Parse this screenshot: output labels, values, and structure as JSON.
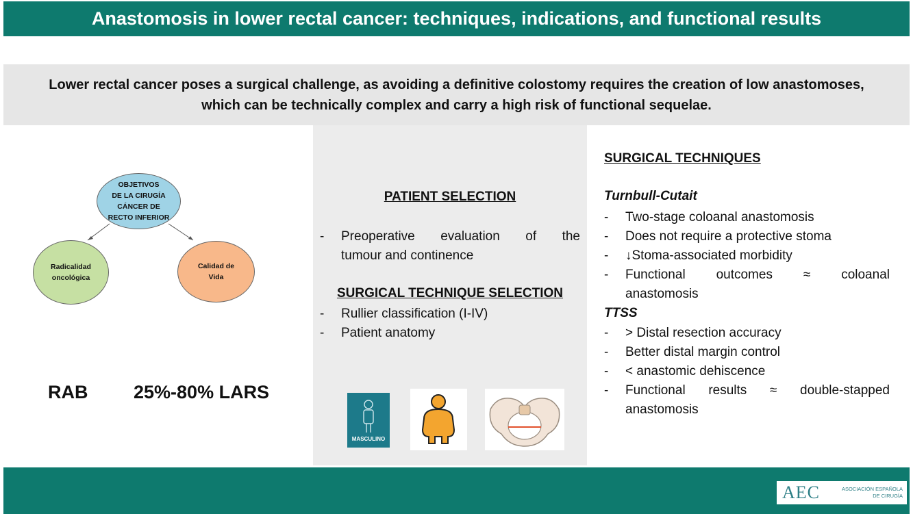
{
  "header": {
    "title": "Anastomosis in lower rectal cancer: techniques, indications, and functional results"
  },
  "intro": {
    "line1": "Lower rectal cancer poses a surgical challenge, as avoiding a definitive colostomy requires the creation of low anastomoses,",
    "line2": "which can be technically complex and carry a high risk of functional sequelae."
  },
  "left": {
    "goal_node": {
      "l1": "OBJETIVOS",
      "l2": "DE LA CIRUGÍA",
      "l3": "CÁNCER DE",
      "l4": "RECTO INFERIOR"
    },
    "radical_node": {
      "l1": "Radicalidad",
      "l2": "oncológica"
    },
    "quality_node": {
      "l1": "Calidad de",
      "l2": "Vida"
    },
    "stat_rab": "RAB",
    "stat_lars": "25%-80% LARS"
  },
  "middle": {
    "patient_heading": "PATIENT SELECTION",
    "patient_items": [
      {
        "dash": "-",
        "w1": "Preoperative",
        "w2": "evaluation",
        "w3": "of",
        "w4": "the",
        "line2": "tumour and continence"
      }
    ],
    "technique_heading": "SURGICAL TECHNIQUE SELECTION",
    "technique_items": [
      {
        "dash": "-",
        "text": "Rullier classification (I-IV)"
      },
      {
        "dash": "-",
        "text": "Patient anatomy"
      }
    ],
    "masculino_label": "MASCULINO"
  },
  "right": {
    "heading": "SURGICAL TECHNIQUES",
    "tc_title": "Turnbull-Cutait",
    "tc_items": [
      {
        "dash": "-",
        "text": "Two-stage coloanal anastomosis"
      },
      {
        "dash": "-",
        "text": "Does not require a protective stoma"
      },
      {
        "dash": "-",
        "text": "↓Stoma-associated morbidity"
      }
    ],
    "tc_last": {
      "dash": "-",
      "w1": "Functional",
      "w2": "outcomes",
      "w3": "≈",
      "w4": "coloanal",
      "line2": "anastomosis"
    },
    "ttss_title": "TTSS",
    "ttss_items": [
      {
        "dash": "-",
        "text": "> Distal resection accuracy"
      },
      {
        "dash": "-",
        "text": "Better distal margin control"
      },
      {
        "dash": "-",
        "text": "< anastomic dehiscence"
      }
    ],
    "ttss_last": {
      "dash": "-",
      "w1": "Functional",
      "w2": "results",
      "w3": "≈",
      "w4": "double-stapped",
      "line2": "anastomosis"
    }
  },
  "footer": {
    "logo_mark": "AEC",
    "logo_line1": "ASOCIACIÓN ESPAÑOLA",
    "logo_line2": "DE CIRUGÍA"
  },
  "colors": {
    "teal": "#0e7a6e",
    "blue_node": "#9fd3e6",
    "green_node": "#c6e0a3",
    "orange_node": "#f8b88a",
    "obese_icon": "#f3a52f"
  }
}
